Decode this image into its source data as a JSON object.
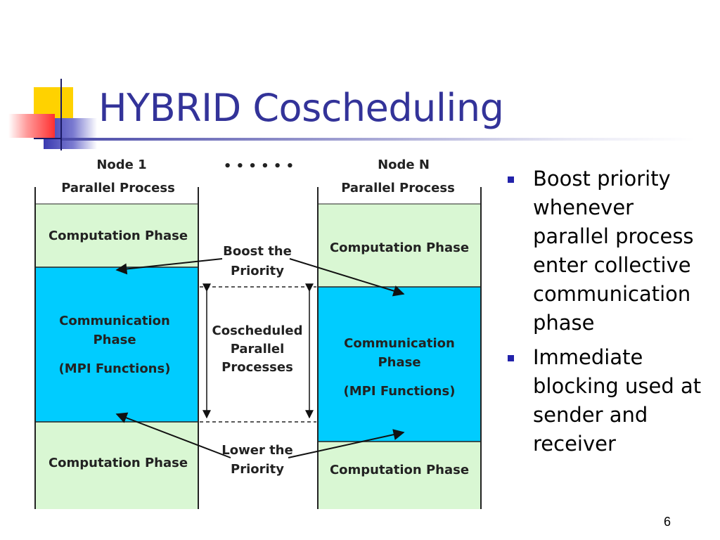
{
  "slide": {
    "title": "HYBRID Coscheduling",
    "number": "6",
    "colors": {
      "title": "#333399",
      "computation_phase": "#d9f7d3",
      "communication_phase": "#00ccff",
      "bullet": "#2222aa",
      "accent_yellow": "#ffd200",
      "accent_red": "#ff4040",
      "accent_blue": "#3a3ab0"
    }
  },
  "diagram": {
    "ellipsis": "• • • • • •",
    "node1": {
      "name": "Node 1",
      "process": "Parallel Process",
      "top_phase": "Computation Phase",
      "comm_phase": [
        "Communication",
        "Phase",
        "(MPI Functions)"
      ],
      "bottom_phase": "Computation Phase"
    },
    "nodeN": {
      "name": "Node N",
      "process": "Parallel Process",
      "top_phase": "Computation Phase",
      "comm_phase": [
        "Communication",
        "Phase",
        "(MPI Functions)"
      ],
      "bottom_phase": "Computation Phase"
    },
    "boost_label": [
      "Boost the",
      "Priority"
    ],
    "lower_label": [
      "Lower the",
      "Priority"
    ],
    "cosched_label": [
      "Coscheduled",
      "Parallel",
      "Processes"
    ]
  },
  "bullets": [
    "Boost priority whenever parallel process enter collective communication phase",
    "Immediate blocking used at sender and receiver"
  ]
}
